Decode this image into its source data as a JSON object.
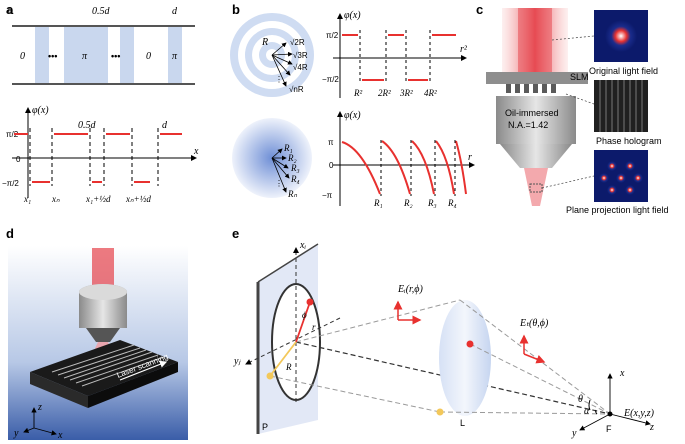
{
  "panels": {
    "a": "a",
    "b": "b",
    "c": "c",
    "d": "d",
    "e": "e"
  },
  "panel_a": {
    "top_ticks": [
      "0",
      "0.5d",
      "d"
    ],
    "strip_labels": [
      "0",
      "•••",
      "π",
      "•••",
      "0",
      "π"
    ],
    "phi_axis": "φ(x)",
    "x_axis": "x",
    "half_d": "0.5d",
    "d_label": "d",
    "y_top": "π/2",
    "y_zero": "0",
    "y_bottom": "−π/2",
    "x_labels": [
      "x₁",
      "xₙ",
      "x₁+½d",
      "xₙ+½d"
    ]
  },
  "panel_b": {
    "top_radii": [
      "R",
      "√2R",
      "√3R",
      "√4R",
      "⋮",
      "√nR"
    ],
    "phi_axis": "φ(x)",
    "r2_axis": "r²",
    "y_top": "π/2",
    "y_bottom": "−π/2",
    "r2_ticks": [
      "R²",
      "2R²",
      "3R²",
      "4R²"
    ],
    "bottom_radii": [
      "R₁",
      "R₂",
      "R₃",
      "R₄",
      "⋮",
      "Rₙ"
    ],
    "bottom_phi_axis": "φ(x)",
    "r_axis": "r",
    "pi_label": "π",
    "zero_label": "0",
    "neg_pi_label": "−π",
    "r_ticks": [
      "R₁",
      "R₂",
      "R₃",
      "R₄"
    ]
  },
  "panel_c": {
    "slm": "SLM",
    "objective": [
      "Oil-immersed",
      "N.A.=1.42"
    ],
    "captions": [
      "Original light field",
      "Phase hologram",
      "Plane projection light field"
    ]
  },
  "panel_d": {
    "laser_scanning": "Laser scanning",
    "axes": [
      "z",
      "y",
      "x"
    ]
  },
  "panel_e": {
    "xi": "xᵢ",
    "yj": "yⱼ",
    "Ei": "Eᵢ(r,ϕ)",
    "Et": "Eₜ(θ,ϕ)",
    "phi": "ϕ",
    "r": "r",
    "R": "R",
    "P": "P",
    "L": "L",
    "F": "F",
    "theta": "θ",
    "alpha": "α",
    "E": "E(x,y,z)",
    "axes": [
      "x",
      "y",
      "z"
    ]
  },
  "colors": {
    "stripe": "#c9d7ee",
    "red": "#e8312f",
    "yellow": "#f3c85a"
  }
}
